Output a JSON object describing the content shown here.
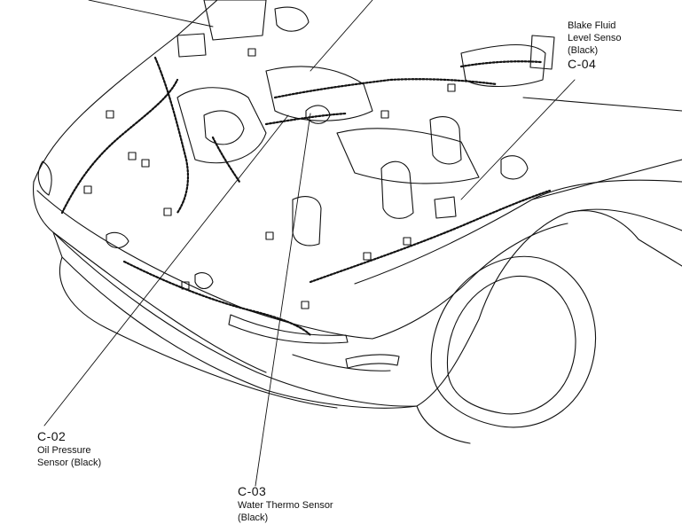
{
  "callouts": {
    "c02": {
      "code": "C-02",
      "line1": "Oil Pressure",
      "line2": "Sensor (Black)"
    },
    "c03": {
      "code": "C-03",
      "line1": "Water Thermo Sensor",
      "line2": "(Black)"
    },
    "c04": {
      "code": "C-04",
      "line1": "Blake Fluid",
      "line2": "Level Senso",
      "line3": "(Black)"
    }
  },
  "colors": {
    "ink": "#111111",
    "background": "#ffffff"
  }
}
